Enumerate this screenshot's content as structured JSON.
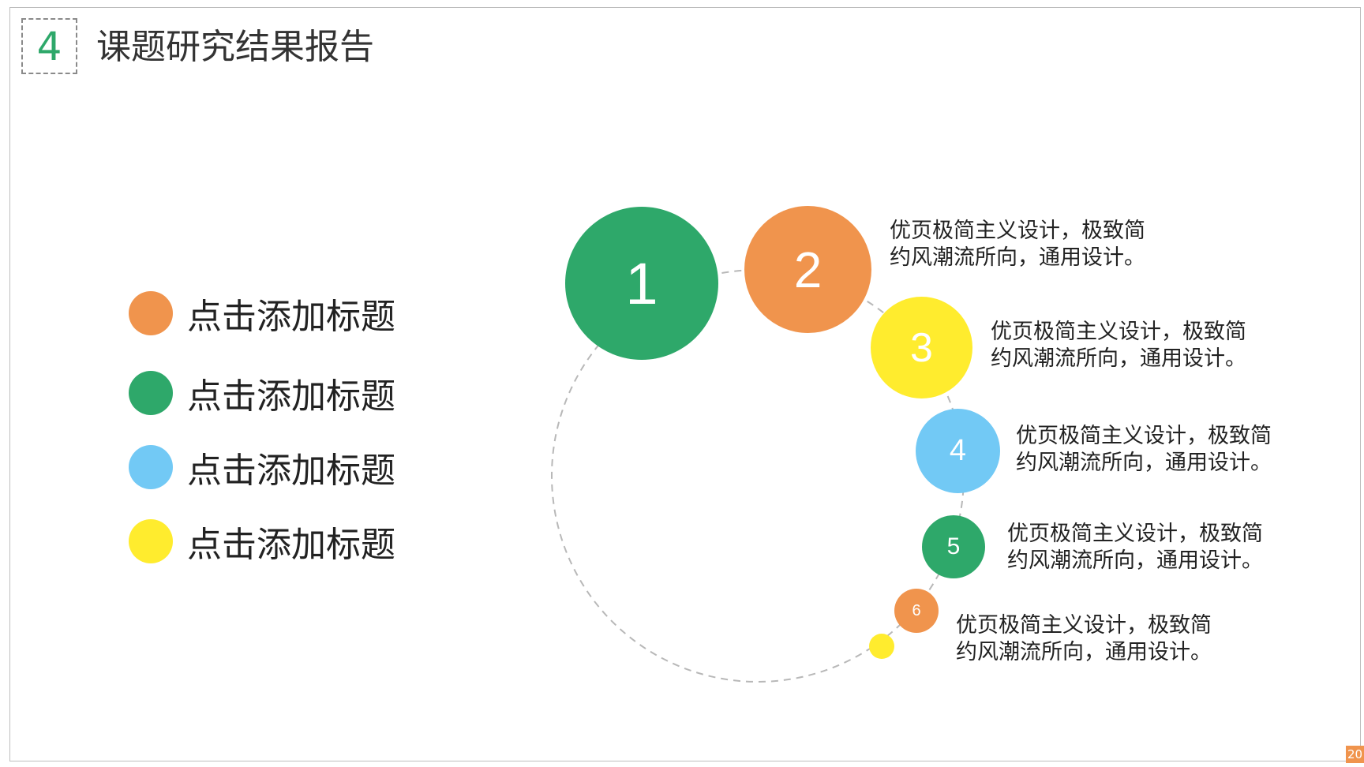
{
  "header": {
    "section_number": "4",
    "title": "课题研究结果报告"
  },
  "legend": [
    {
      "label": "点击添加标题",
      "color": "#f0944d"
    },
    {
      "label": "点击添加标题",
      "color": "#2ea86a"
    },
    {
      "label": "点击添加标题",
      "color": "#72c9f5"
    },
    {
      "label": "点击添加标题",
      "color": "#ffec2e"
    }
  ],
  "steps": [
    {
      "number": "1",
      "color": "#2ea86a"
    },
    {
      "number": "2",
      "color": "#f0944d",
      "line1": "优页极简主义设计，极致简",
      "line2": "约风潮流所向，通用设计。"
    },
    {
      "number": "3",
      "color": "#ffec2e",
      "line1": "优页极简主义设计，极致简",
      "line2": "约风潮流所向，通用设计。"
    },
    {
      "number": "4",
      "color": "#72c9f5",
      "line1": "优页极简主义设计，极致简",
      "line2": "约风潮流所向，通用设计。"
    },
    {
      "number": "5",
      "color": "#2ea86a",
      "line1": "优页极简主义设计，极致简",
      "line2": "约风潮流所向，通用设计。"
    },
    {
      "number": "6",
      "color": "#f0944d",
      "line1": "优页极简主义设计，极致简",
      "line2": "约风潮流所向，通用设计。"
    },
    {
      "number": "",
      "color": "#ffec2e"
    }
  ],
  "footer": {
    "page_number": "20"
  }
}
